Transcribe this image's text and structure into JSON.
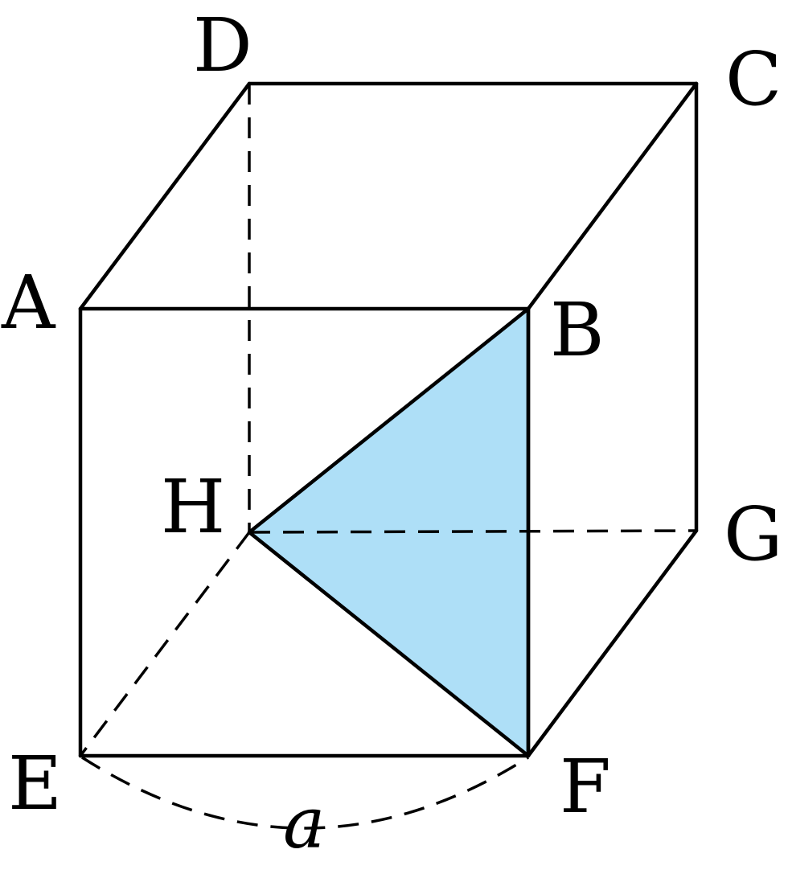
{
  "vertices": {
    "A": "A",
    "B": "B",
    "C": "C",
    "D": "D",
    "E": "E",
    "F": "F",
    "G": "G",
    "H": "H"
  },
  "edge_length_label": "a",
  "colors": {
    "triangle_fill": "#aedff7",
    "line": "#000000",
    "background": "#ffffff"
  }
}
